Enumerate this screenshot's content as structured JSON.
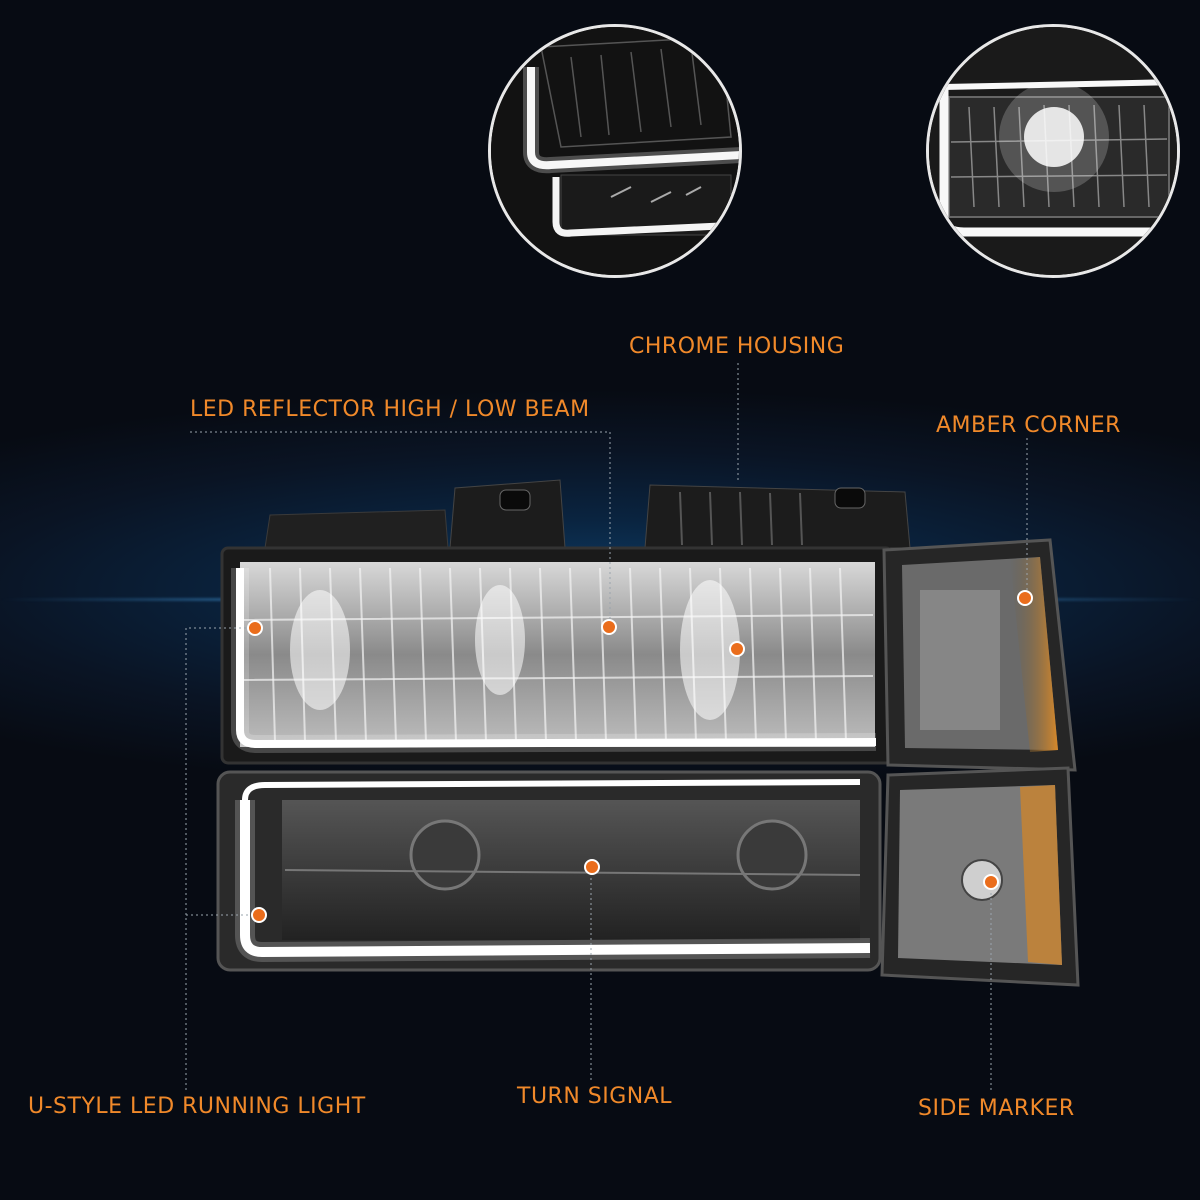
{
  "callouts": {
    "chrome_housing": "CHROME HOUSING",
    "led_reflector": "LED REFLECTOR HIGH / LOW BEAM",
    "amber_corner": "AMBER CORNER",
    "u_style_led": "U-STYLE LED RUNNING LIGHT",
    "turn_signal": "TURN SIGNAL",
    "side_marker": "SIDE MARKER"
  },
  "colors": {
    "callout_text": "#f0892a",
    "marker_dot": "#ea6d1c",
    "background": "#0a1424",
    "amber": "#d8892a"
  }
}
